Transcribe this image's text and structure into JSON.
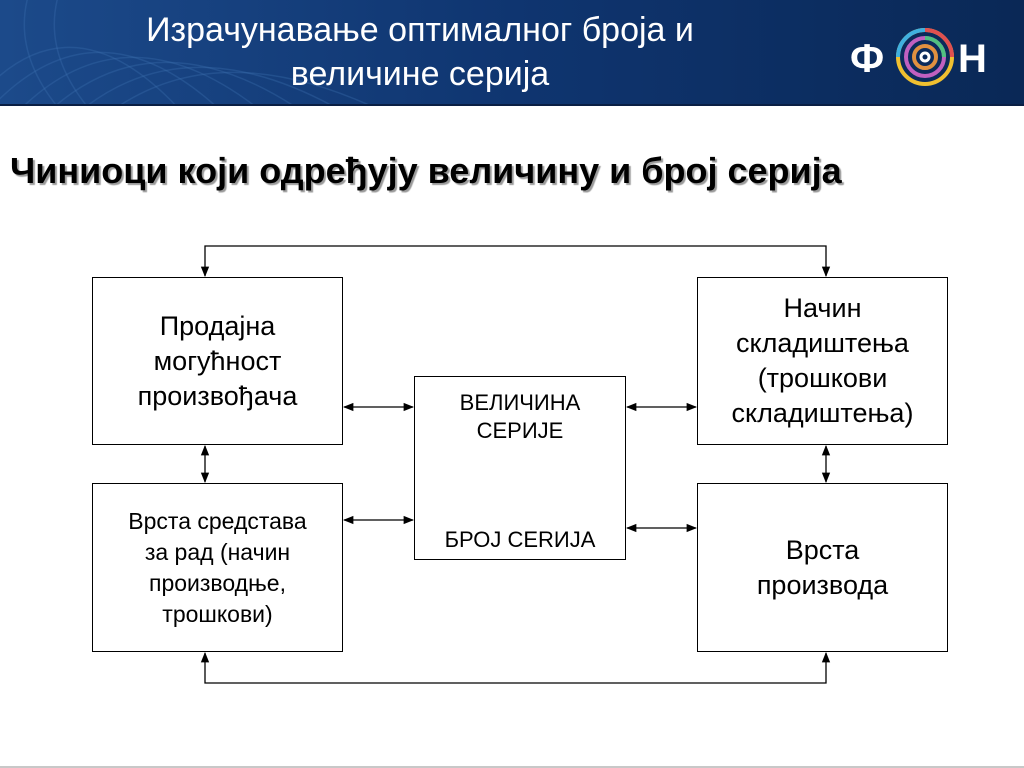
{
  "header": {
    "title": "Израчунавање оптималног броја и\nвеличине серија",
    "logo_letters": [
      "Ф",
      "Н"
    ],
    "background_color": "#0d2f62"
  },
  "subtitle": "Чиниоци који одређују величину и број серија",
  "diagram": {
    "boxes": {
      "sales_capability": "Продајна\nмогућност\nпроизвођача",
      "means_of_work": "Врста средстава\nза рад (начин\nпроизводње,\nтрошкови)",
      "storage_method": "Начин\nскладиштења\n(трошкови\nскладиштења)",
      "product_type": "Врста\nпроизвода",
      "center_top": "ВЕЛИЧИНА\nСЕРИЈЕ",
      "center_bottom": "БРОЈ СЕRИЈА"
    }
  }
}
